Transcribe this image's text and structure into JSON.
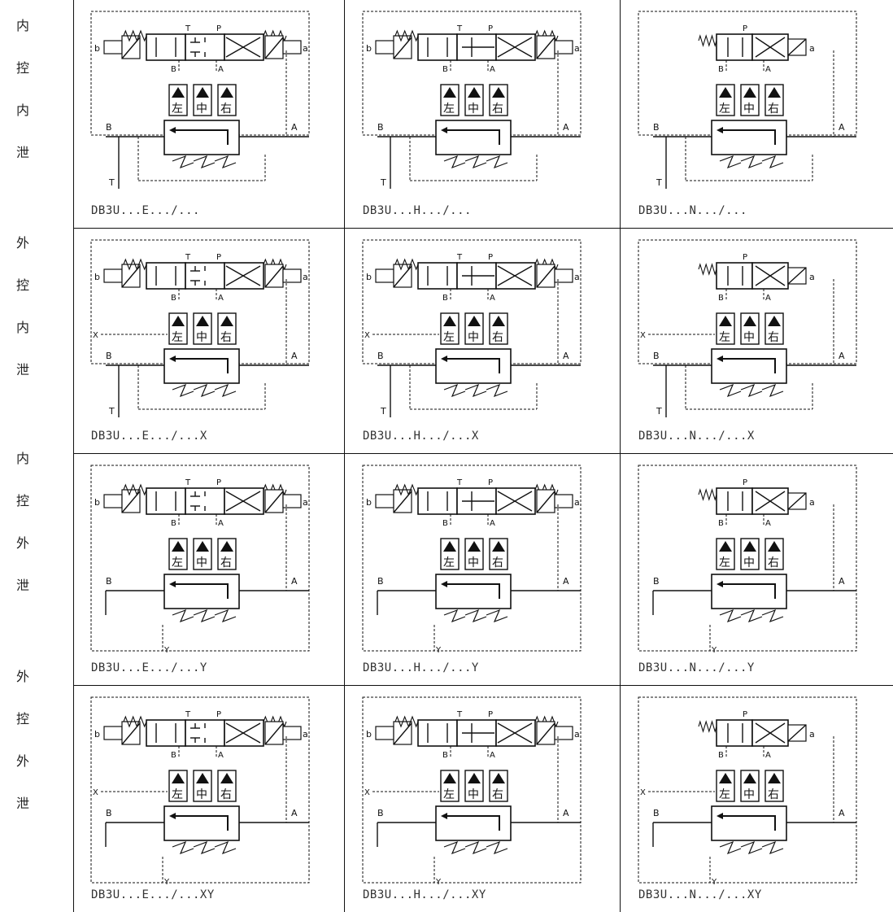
{
  "sidebar_labels": [
    {
      "chars": [
        "内",
        "控",
        "内",
        "泄"
      ]
    },
    {
      "chars": [
        "外",
        "控",
        "内",
        "泄"
      ]
    },
    {
      "chars": [
        "内",
        "控",
        "外",
        "泄"
      ]
    },
    {
      "chars": [
        "外",
        "控",
        "外",
        "泄"
      ]
    }
  ],
  "rows": [
    {
      "captions": [
        "DB3U...E.../...",
        "DB3U...H.../...",
        "DB3U...N.../..."
      ],
      "has_x": false,
      "has_y": false
    },
    {
      "captions": [
        "DB3U...E.../...X",
        "DB3U...H.../...X",
        "DB3U...N.../...X"
      ],
      "has_x": true,
      "has_y": false
    },
    {
      "captions": [
        "DB3U...E.../...Y",
        "DB3U...H.../...Y",
        "DB3U...N.../...Y"
      ],
      "has_x": false,
      "has_y": true
    },
    {
      "captions": [
        "DB3U...E.../...XY",
        "DB3U...H.../...XY",
        "DB3U...N.../...XY"
      ],
      "has_x": true,
      "has_y": true
    }
  ],
  "columns": [
    {
      "variant": "E",
      "three_position": true
    },
    {
      "variant": "H",
      "three_position": true
    },
    {
      "variant": "N",
      "three_position": false
    }
  ],
  "diagram_text": {
    "port_a": "A",
    "port_b": "B",
    "port_t": "T",
    "port_p": "P",
    "port_x": "X",
    "port_y": "Y",
    "solenoid_a": "a",
    "solenoid_b": "b",
    "check_valves": [
      "左",
      "中",
      "右"
    ]
  }
}
